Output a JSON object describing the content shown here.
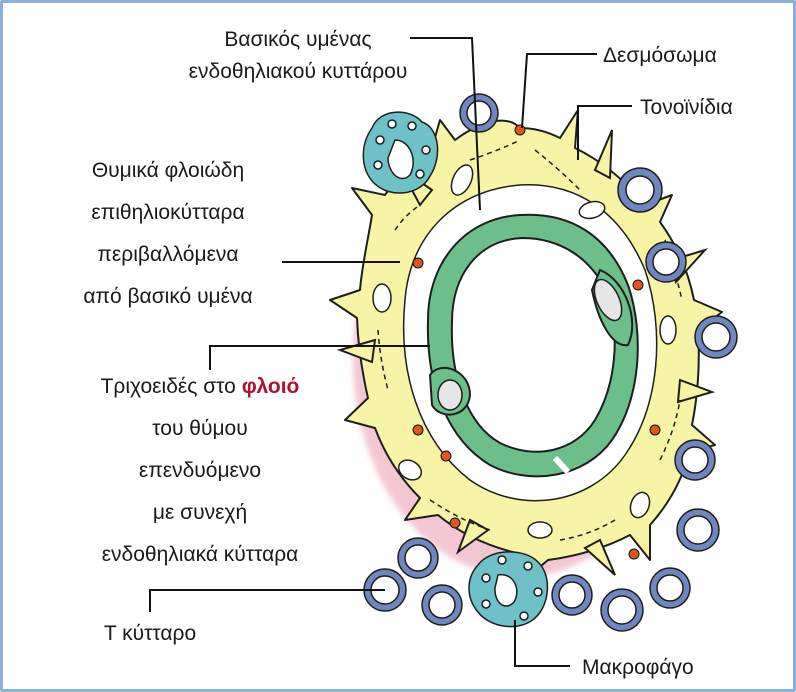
{
  "colors": {
    "epithelial_fill": "#f7f4a6",
    "epithelial_stroke": "#1e1e1e",
    "endothelium_fill": "#6dbf8a",
    "basal_membrane_glow": "#f0b5c4",
    "lumen": "#ffffff",
    "t_cell_ring": "#6f86c0",
    "macrophage": "#6fc1c8",
    "desmosome": "#e0561e",
    "highlight_text": "#b0102a",
    "frame_border": "#8db0da"
  },
  "labels": {
    "basal_membrane_endothelial": [
      "Βασικός υμένας",
      "ενδοθηλιακού κυττάρου"
    ],
    "desmosome": "Δεσμόσωμα",
    "tonofibrils": "Τονοϊνίδια",
    "epithelial_cells": [
      "Θυμικά φλοιώδη",
      "επιθηλιοκύτταρα",
      "περιβαλλόμενα",
      "από βασικό υμένα"
    ],
    "capillary_prefix": "Τριχοειδές στο ",
    "capillary_highlight": "φλοιό",
    "capillary_rest": [
      "του θύμου",
      "επενδυόμενο",
      "με συνεχή",
      "ενδοθηλιακά κύτταρα"
    ],
    "t_cell": "Τ κύτταρο",
    "macrophage": "Μακροφάγο"
  }
}
